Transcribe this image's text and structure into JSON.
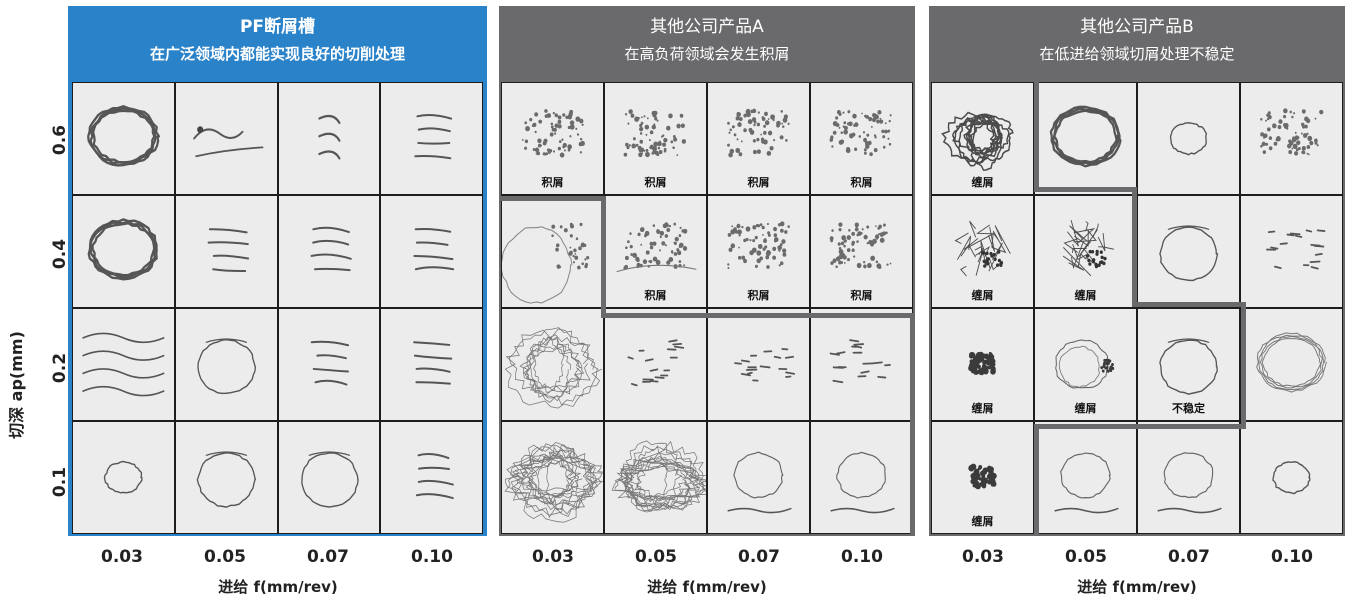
{
  "y_axis": {
    "label": "切深 ap(mm)",
    "ticks": [
      "0.6",
      "0.4",
      "0.2",
      "0.1"
    ]
  },
  "x_axis": {
    "label": "进给 f(mm/rev)",
    "ticks": [
      "0.03",
      "0.05",
      "0.07",
      "0.10"
    ]
  },
  "colors": {
    "pf_blue": "#2a82c9",
    "other_gray": "#6a6a6c"
  },
  "panels": [
    {
      "title": "PF断屑槽",
      "subtitle": "在广泛领域内都能实现良好的切削处理",
      "cells": [
        [
          {
            "chip": "long-coil",
            "tag": ""
          },
          {
            "chip": "curl-short",
            "tag": ""
          },
          {
            "chip": "c-shape",
            "tag": ""
          },
          {
            "chip": "short-segments",
            "tag": ""
          }
        ],
        [
          {
            "chip": "coil-spiral",
            "tag": ""
          },
          {
            "chip": "short-segments",
            "tag": ""
          },
          {
            "chip": "short-segments",
            "tag": ""
          },
          {
            "chip": "short-segments",
            "tag": ""
          }
        ],
        [
          {
            "chip": "wavy-long",
            "tag": ""
          },
          {
            "chip": "ring",
            "tag": ""
          },
          {
            "chip": "short-segments",
            "tag": ""
          },
          {
            "chip": "short-segments",
            "tag": ""
          }
        ],
        [
          {
            "chip": "small-loop",
            "tag": ""
          },
          {
            "chip": "ring",
            "tag": ""
          },
          {
            "chip": "ring",
            "tag": ""
          },
          {
            "chip": "short-segments",
            "tag": ""
          }
        ]
      ]
    },
    {
      "title": "其他公司产品A",
      "subtitle": "在高负荷领域会发生积屑",
      "cells": [
        [
          {
            "chip": "scattered",
            "tag": "积屑"
          },
          {
            "chip": "scattered",
            "tag": "积屑"
          },
          {
            "chip": "scattered",
            "tag": "积屑"
          },
          {
            "chip": "scattered",
            "tag": "积屑"
          }
        ],
        [
          {
            "chip": "scatter-ring",
            "tag": ""
          },
          {
            "chip": "scattered-line",
            "tag": "积屑"
          },
          {
            "chip": "scattered",
            "tag": "积屑"
          },
          {
            "chip": "scattered",
            "tag": "积屑"
          }
        ],
        [
          {
            "chip": "tangle",
            "tag": ""
          },
          {
            "chip": "short-bits",
            "tag": ""
          },
          {
            "chip": "short-bits",
            "tag": ""
          },
          {
            "chip": "short-bits",
            "tag": ""
          }
        ],
        [
          {
            "chip": "big-tangle",
            "tag": ""
          },
          {
            "chip": "big-tangle",
            "tag": ""
          },
          {
            "chip": "ring-with-bits",
            "tag": ""
          },
          {
            "chip": "ring-with-bits",
            "tag": ""
          }
        ]
      ]
    },
    {
      "title": "其他公司产品B",
      "subtitle": "在低进给领域切屑处理不稳定",
      "cells": [
        [
          {
            "chip": "dense-coil",
            "tag": "缠屑"
          },
          {
            "chip": "coil-spiral",
            "tag": ""
          },
          {
            "chip": "small-loop",
            "tag": ""
          },
          {
            "chip": "scattered",
            "tag": ""
          }
        ],
        [
          {
            "chip": "cluster",
            "tag": "缠屑"
          },
          {
            "chip": "cluster",
            "tag": "缠屑"
          },
          {
            "chip": "ring",
            "tag": ""
          },
          {
            "chip": "short-bits",
            "tag": ""
          }
        ],
        [
          {
            "chip": "dark-clump",
            "tag": "缠屑"
          },
          {
            "chip": "ring-with-clump",
            "tag": "缠屑"
          },
          {
            "chip": "ring",
            "tag": "不稳定"
          },
          {
            "chip": "multi-ring",
            "tag": ""
          }
        ],
        [
          {
            "chip": "dark-clump",
            "tag": "缠屑"
          },
          {
            "chip": "ring-with-bits",
            "tag": ""
          },
          {
            "chip": "ring-with-bits",
            "tag": ""
          },
          {
            "chip": "small-loop",
            "tag": ""
          }
        ]
      ]
    }
  ]
}
